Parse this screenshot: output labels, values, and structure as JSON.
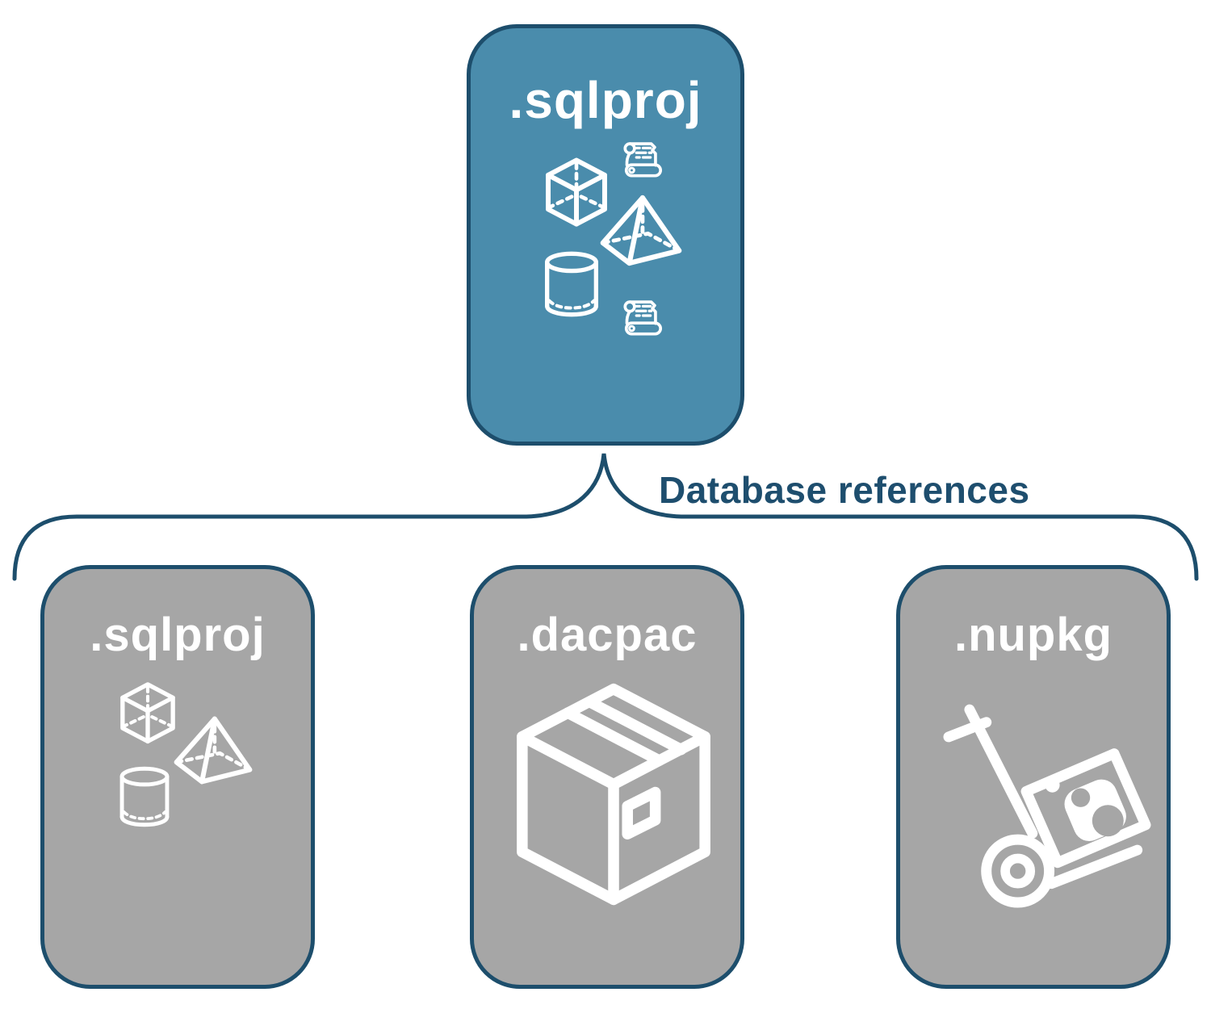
{
  "connector": {
    "label": "Database references"
  },
  "nodes": {
    "main": {
      "label": ".sqlproj",
      "fill_color": "#4A8CAC",
      "icons": [
        "cube-icon",
        "scroll-icon",
        "pyramid-icon",
        "cylinder-icon",
        "scroll-icon"
      ]
    },
    "children": [
      {
        "label": ".sqlproj",
        "fill_color": "#A6A6A6",
        "icons": [
          "cube-icon",
          "pyramid-icon",
          "cylinder-icon"
        ]
      },
      {
        "label": ".dacpac",
        "fill_color": "#A6A6A6",
        "icons": [
          "package-box-icon"
        ]
      },
      {
        "label": ".nupkg",
        "fill_color": "#A6A6A6",
        "icons": [
          "nuget-handtruck-icon"
        ]
      }
    ]
  },
  "colors": {
    "accent_teal": "#4A8CAC",
    "node_gray": "#A6A6A6",
    "line_navy": "#1D4E6C",
    "label_white": "#FFFFFF"
  }
}
